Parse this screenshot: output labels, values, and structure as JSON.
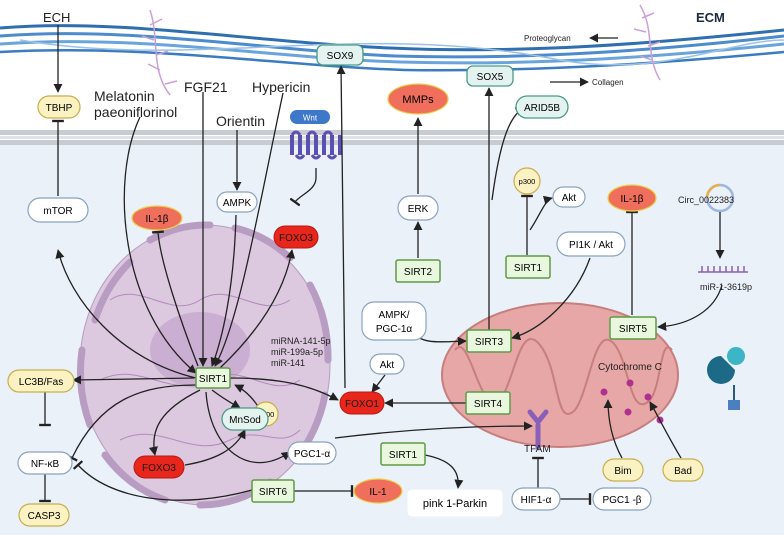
{
  "regions": {
    "ecm": "ECM",
    "proteoglycan": "Proteoglycan",
    "collagen": "Collagen"
  },
  "stimuli": {
    "ech": "ECH",
    "melatonin": "Melatonin",
    "paeoniflorinol": "paeoniflorinol",
    "fgf21": "FGF21",
    "hypericin": "Hypericin",
    "orientin": "Orientin",
    "wnt": "Wnt"
  },
  "nodes": {
    "tbhp": "TBHP",
    "mtor": "mTOR",
    "il1b_left": "IL-1β",
    "ampk": "AMPK",
    "foxo3_top": "FOXO3",
    "sox9": "SOX9",
    "sox5": "SOX5",
    "mmps": "MMPs",
    "arid5b": "ARID5B",
    "erk": "ERK",
    "sirt2": "SIRT2",
    "p300_top": "p300",
    "akt_top": "Akt",
    "sirt1_right": "SIRT1",
    "pi1k_akt": "PI1K / Akt",
    "il1b_right": "IL-1β",
    "circ": "Circ_0022383",
    "mir1": "miR-1-3619p",
    "ampk_pgc_line1": "AMPK/",
    "ampk_pgc_line2": "PGC-1α",
    "sirt3": "SIRT3",
    "sirt5": "SIRT5",
    "akt_mid": "Akt",
    "mirna_1": "miRNA-141-5p",
    "mirna_2": "miR-199a-5p",
    "mirna_3": "miR-141",
    "sirt1_center": "SIRT1",
    "lc3b_fas": "LC3B/Fas",
    "foxo1": "FOXO1",
    "sirt4": "SIRT4",
    "cytochrome_c": "Cytochrome C",
    "p300_mid": "p300",
    "mnsod": "MnSod",
    "nfkb": "NF-κB",
    "foxo3_bottom": "FOXO3",
    "pgc1a": "PGC1-α",
    "sirt1_bottom": "SIRT1",
    "tfam": "TFAM",
    "sirt6": "SIRT6",
    "il1_bottom": "IL-1",
    "pink_parkin": "pink 1-Parkin",
    "hif1a": "HIF1-α",
    "pgc1b": "PGC1 -β",
    "casp3": "CASP3",
    "bim": "Bim",
    "bad": "Bad"
  },
  "colors": {
    "background": "#eaf1f8",
    "membrane": "#c7ccd2",
    "green_box_fill": "#eaf7df",
    "green_box_stroke": "#5e9b45",
    "teal_box_fill": "#e4f3ef",
    "teal_box_stroke": "#4a9a86",
    "plain_box_fill": "#ffffff",
    "plain_box_stroke": "#8aa3bf",
    "red_fill": "#e8261c",
    "salmon_fill": "#ef6f5c",
    "yellow_fill": "#fbf2c4",
    "yellow_stroke": "#c8ae4a",
    "nucleus_fill": "#dcc8df",
    "mito_fill": "#e6a7a6"
  }
}
